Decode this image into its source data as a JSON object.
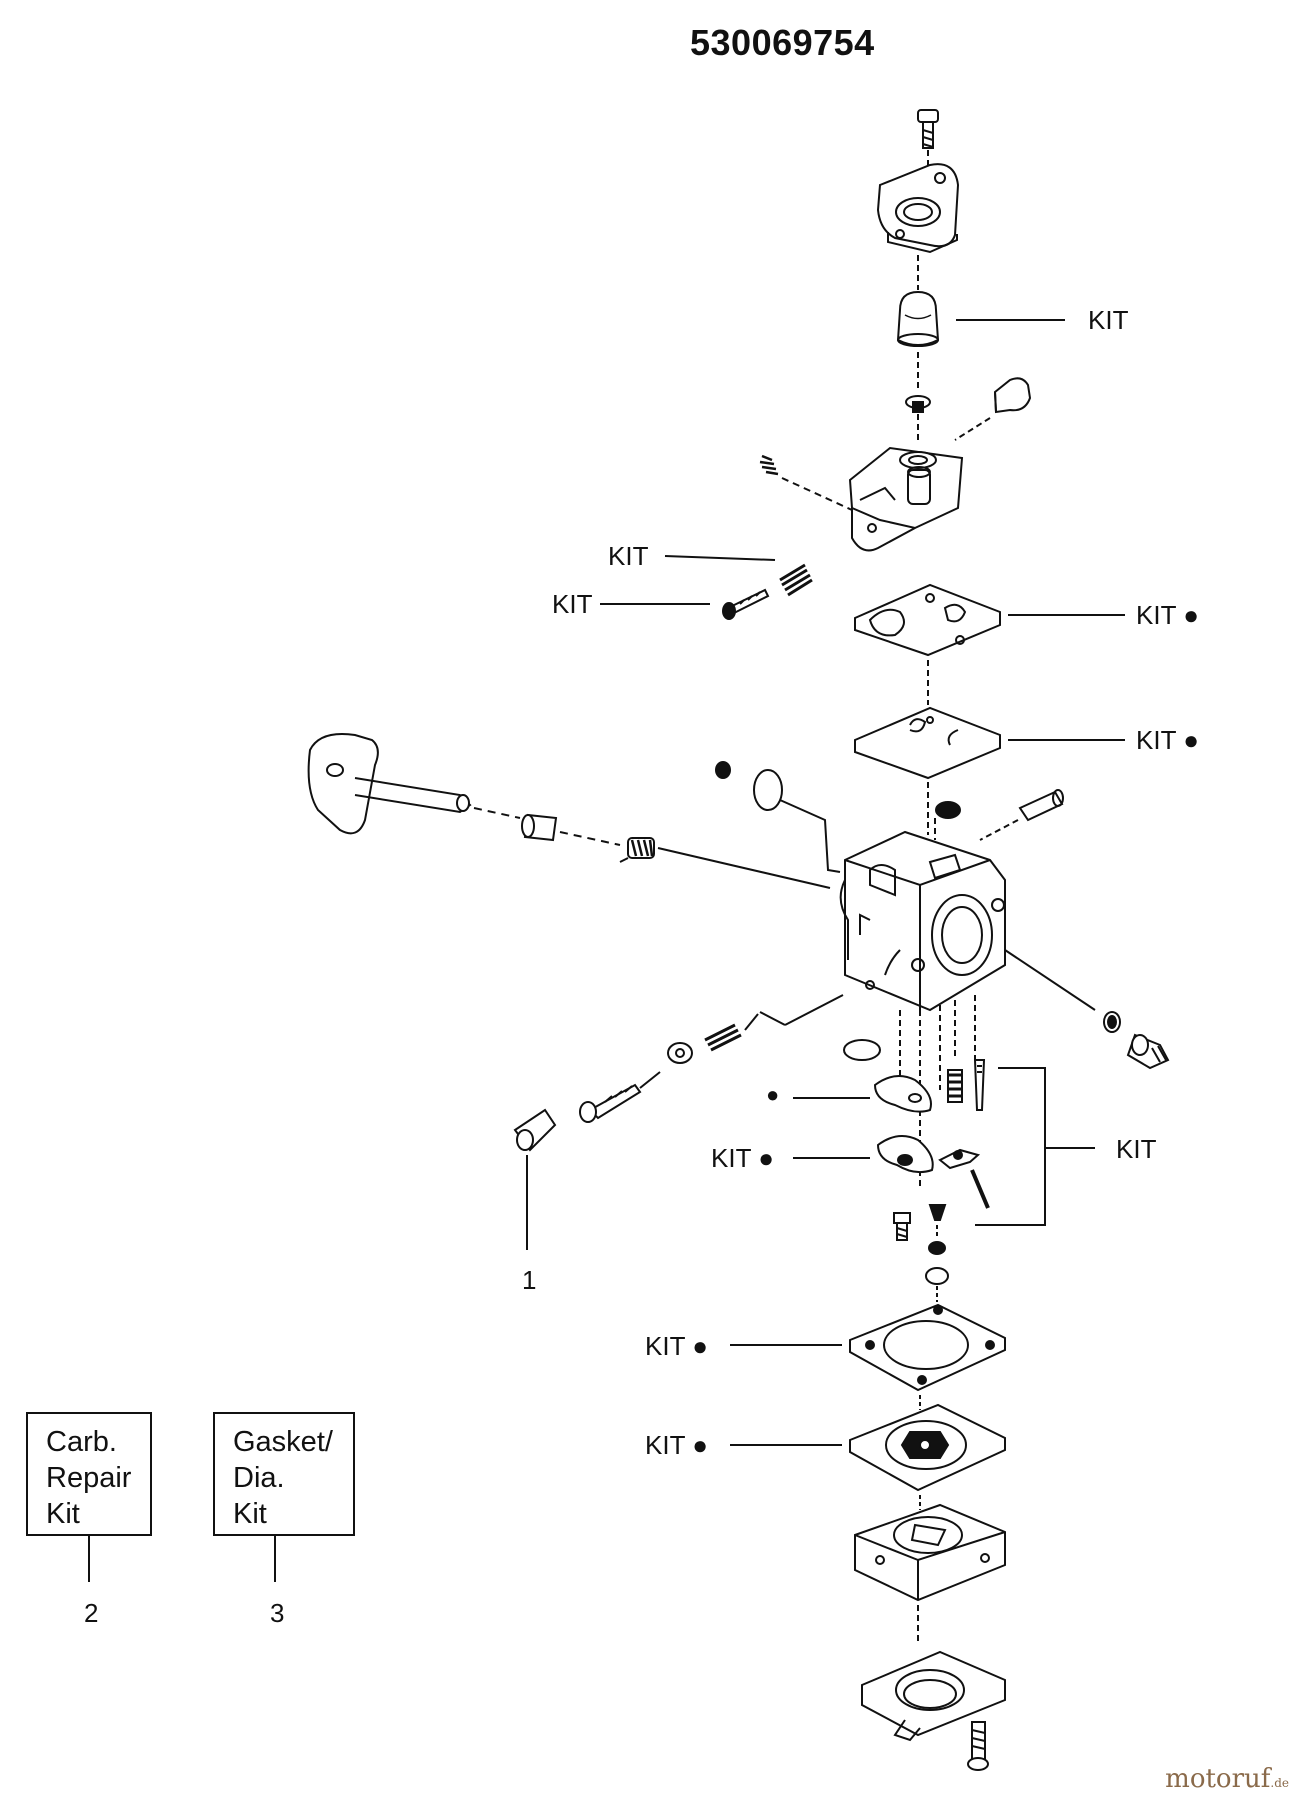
{
  "title": "530069754",
  "labels": {
    "kit": "KIT",
    "kit_dot": "KIT ●",
    "dot": "●",
    "callout_1": "1",
    "callout_2": "2",
    "callout_3": "3"
  },
  "legend": {
    "carb_repair_kit": [
      "Carb.",
      "Repair",
      "Kit"
    ],
    "gasket_dia_kit": [
      "Gasket/",
      "Dia.",
      "Kit"
    ]
  },
  "watermark": {
    "brand": "motoruf",
    "tld": ".de"
  },
  "colors": {
    "line": "#111111",
    "watermark": "#8a6a4a"
  }
}
